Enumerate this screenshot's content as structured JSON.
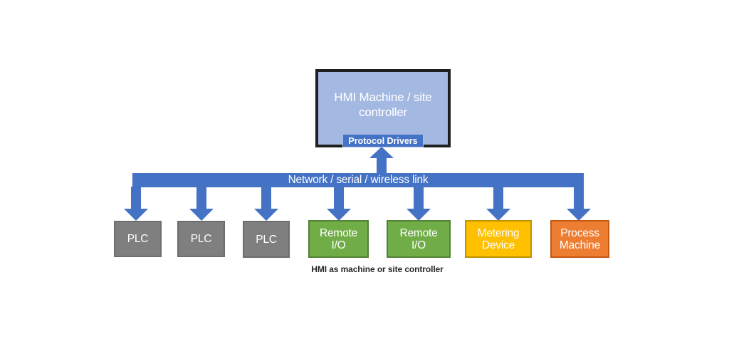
{
  "colors": {
    "background": "#ffffff",
    "accent_blue": "#4472c4",
    "hmi_fill": "#a4b9e2",
    "hmi_border": "#1f1f1f",
    "protocol_border": "#a8bee8",
    "white_text": "#ffffff",
    "caption_text": "#262626"
  },
  "hmi": {
    "label": "HMI Machine / site\ncontroller",
    "protocol_label": "Protocol Drivers"
  },
  "network": {
    "label": "Network / serial / wireless link"
  },
  "devices": [
    {
      "label": "PLC",
      "fill": "#7f7f7f",
      "border": "#6d6d6d"
    },
    {
      "label": "PLC",
      "fill": "#7f7f7f",
      "border": "#6d6d6d"
    },
    {
      "label": "PLC",
      "fill": "#7f7f7f",
      "border": "#6d6d6d"
    },
    {
      "label": "Remote\nI/O",
      "fill": "#70ad47",
      "border": "#538135"
    },
    {
      "label": "Remote\nI/O",
      "fill": "#70ad47",
      "border": "#538135"
    },
    {
      "label": "Metering\nDevice",
      "fill": "#ffc000",
      "border": "#bf9000"
    },
    {
      "label": "Process\nMachine",
      "fill": "#ed7d31",
      "border": "#c45911"
    }
  ],
  "caption": "HMI as machine or site controller"
}
